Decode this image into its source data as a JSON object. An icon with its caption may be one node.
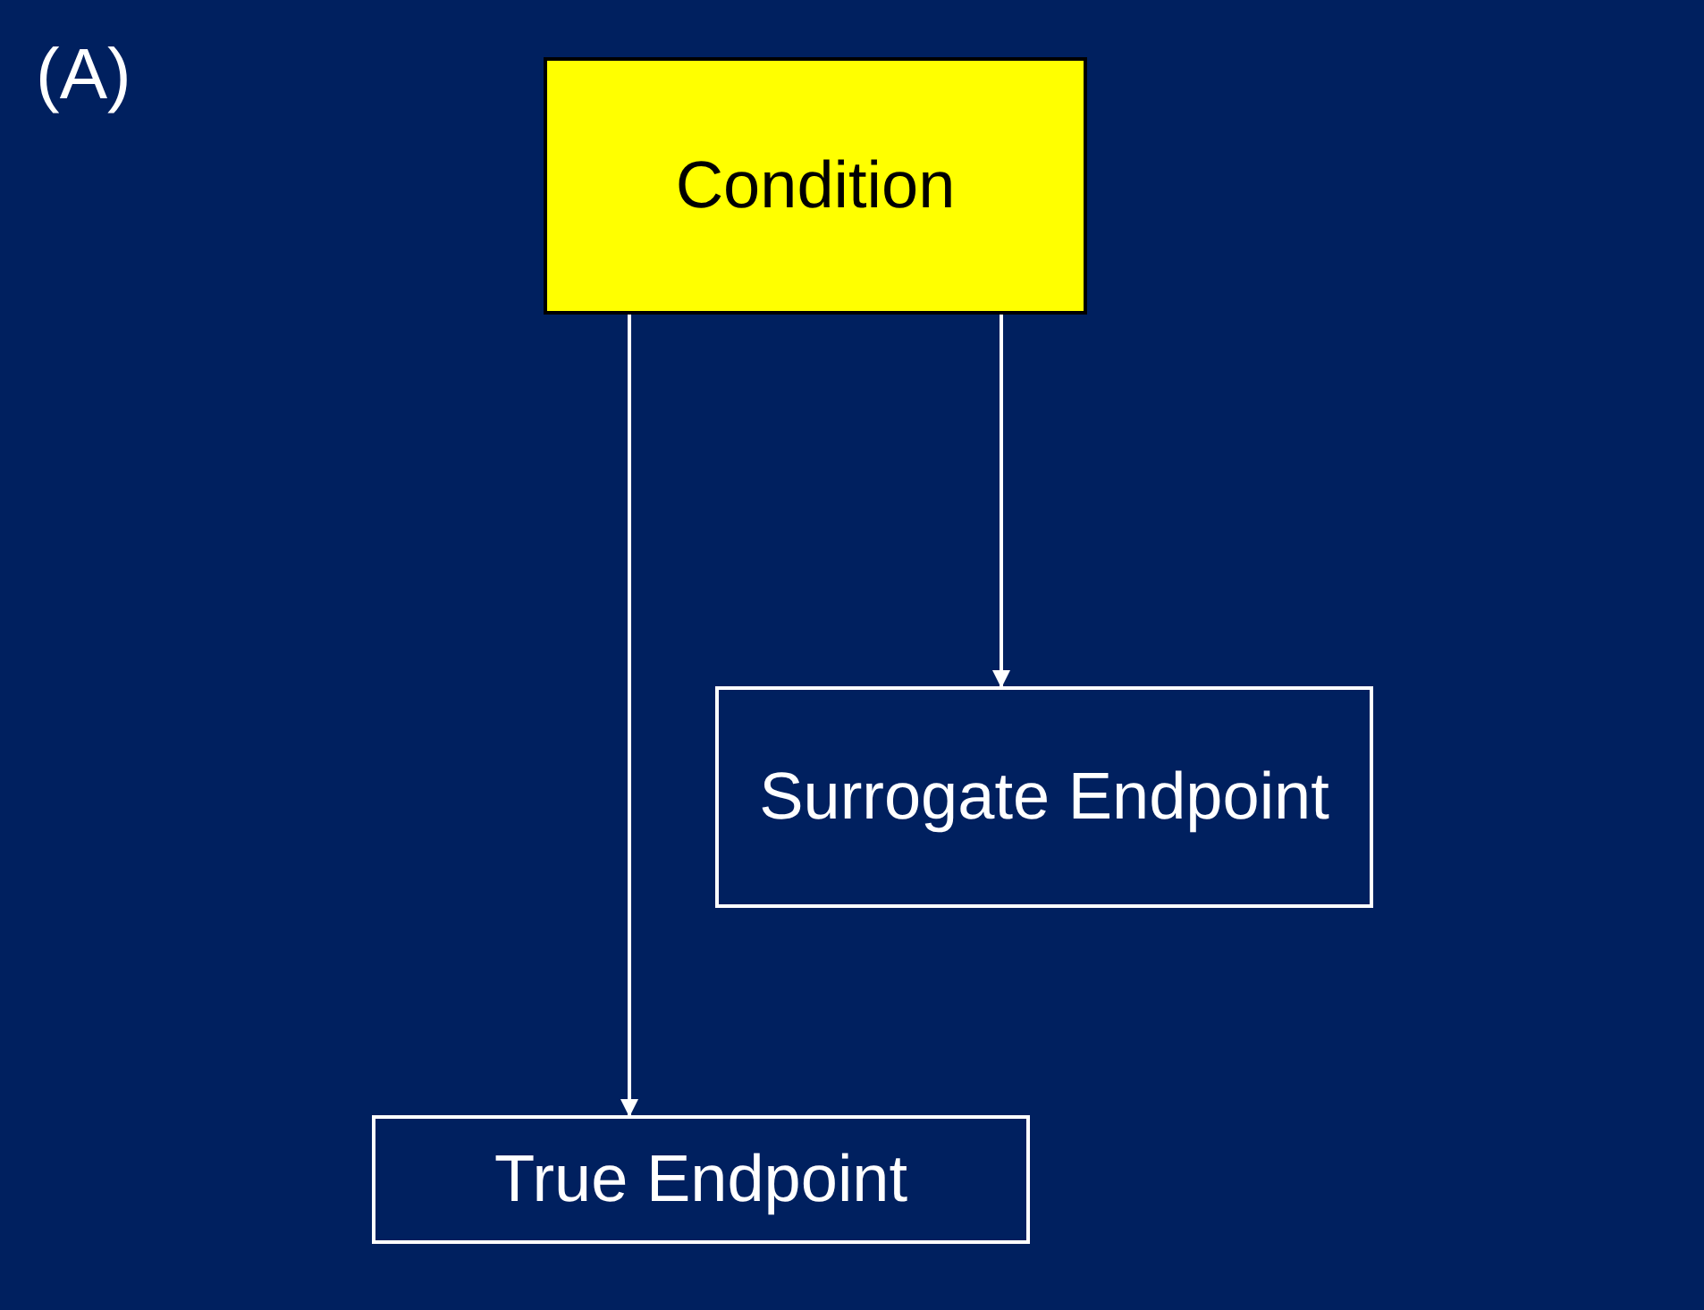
{
  "diagram": {
    "nodes": [
      {
        "text": [
          "Condition"
        ]
      },
      {
        "text": [
          "Surrogate Endpoint"
        ]
      },
      {
        "text": [
          "True Endpoint"
        ]
      }
    ],
    "edges": [
      {
        "from": 0,
        "to": 1,
        "arrow": "to"
      },
      {
        "from": 0,
        "to": 2,
        "arrow": "to"
      }
    ],
    "labels": [
      "(A)"
    ]
  }
}
